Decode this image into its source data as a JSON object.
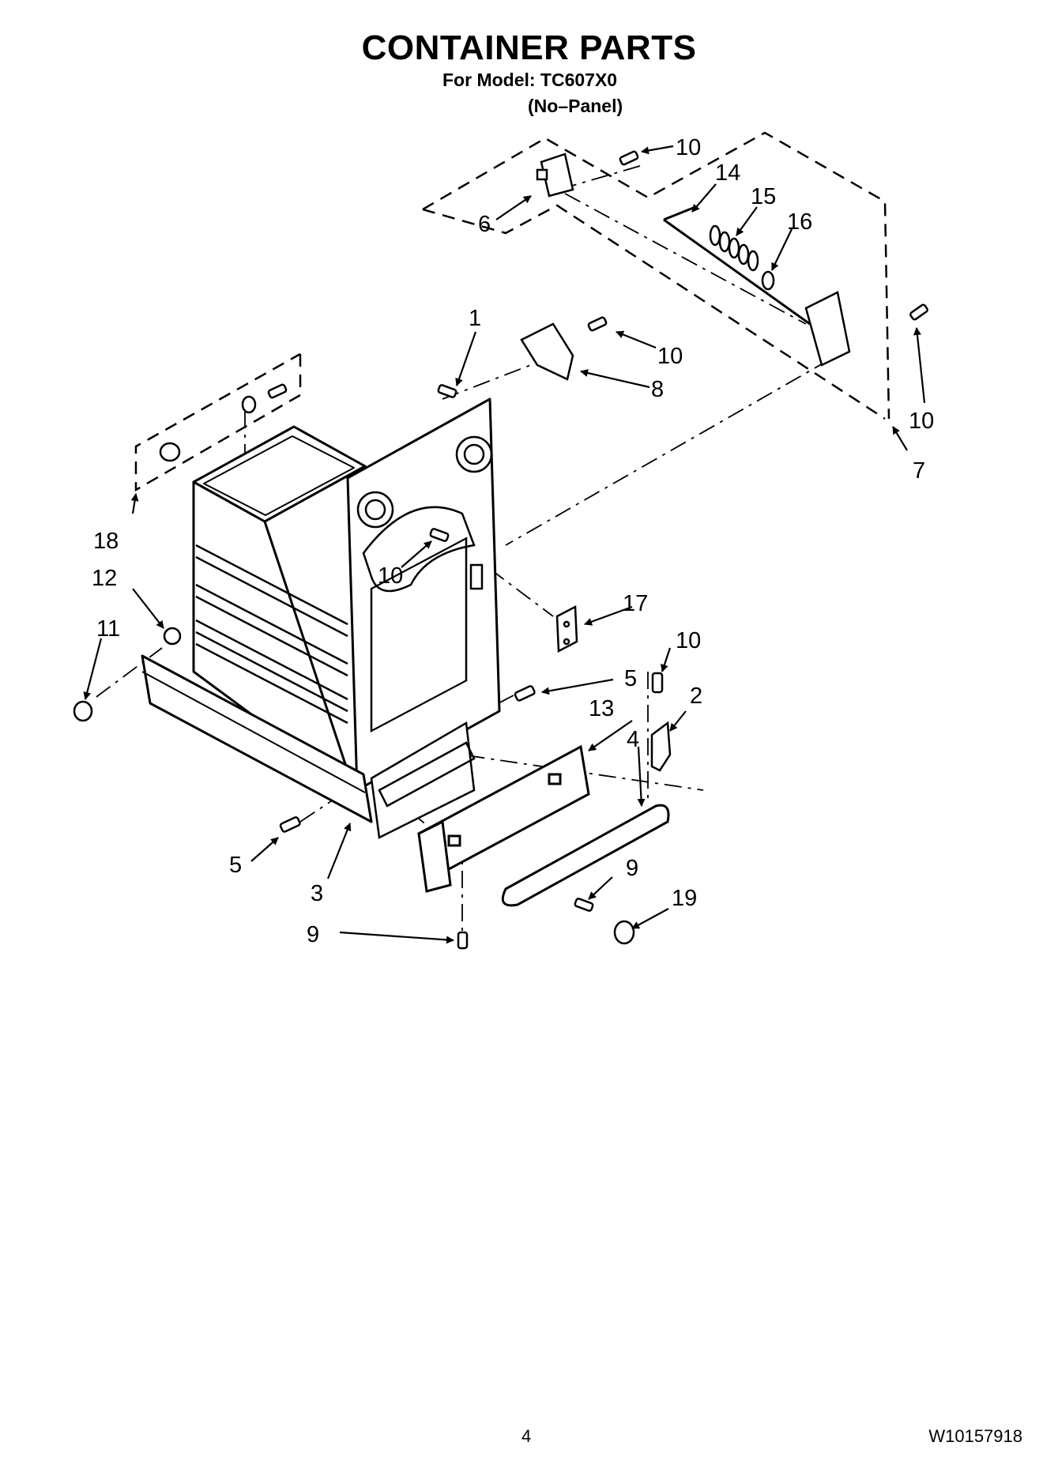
{
  "header": {
    "title": "CONTAINER PARTS",
    "model_line": "For Model: TC607X0",
    "variant_line": "(No–Panel)"
  },
  "callouts": [
    "1",
    "2",
    "3",
    "4",
    "5",
    "6",
    "7",
    "8",
    "9",
    "10",
    "11",
    "12",
    "13",
    "14",
    "15",
    "16",
    "17",
    "18",
    "19"
  ],
  "footer": {
    "page_number": "4",
    "document_number": "W10157918"
  }
}
